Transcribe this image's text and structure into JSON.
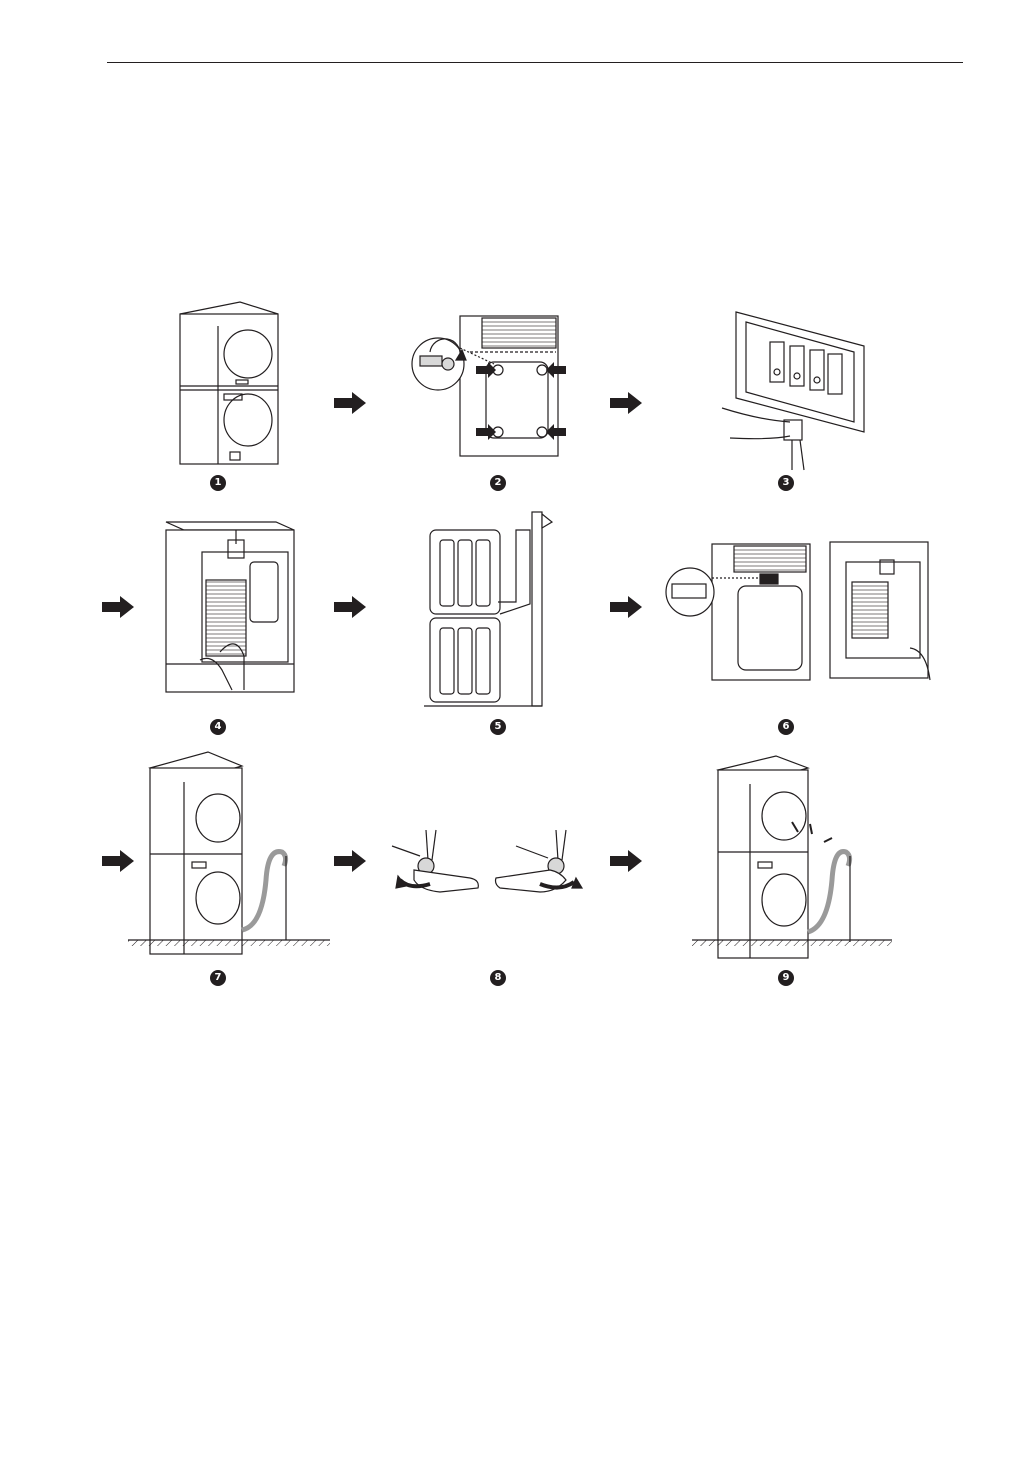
{
  "steps": [
    {
      "number": "1",
      "illustration": "stacked-unit-front"
    },
    {
      "number": "2",
      "illustration": "remove-rear-bolts"
    },
    {
      "number": "3",
      "illustration": "power-cord-terminal"
    },
    {
      "number": "4",
      "illustration": "rear-panel-hose"
    },
    {
      "number": "5",
      "illustration": "exhaust-duct-connection"
    },
    {
      "number": "6",
      "illustration": "water-inlet-connection"
    },
    {
      "number": "7",
      "illustration": "drain-hose-standpipe"
    },
    {
      "number": "8",
      "illustration": "leveling-feet-wrench"
    },
    {
      "number": "9",
      "illustration": "final-installed-unit"
    }
  ],
  "icons": {
    "arrow": "right-arrow-icon"
  },
  "colors": {
    "ink": "#231f20",
    "paper": "#ffffff",
    "shade": "#d8d8d8"
  }
}
